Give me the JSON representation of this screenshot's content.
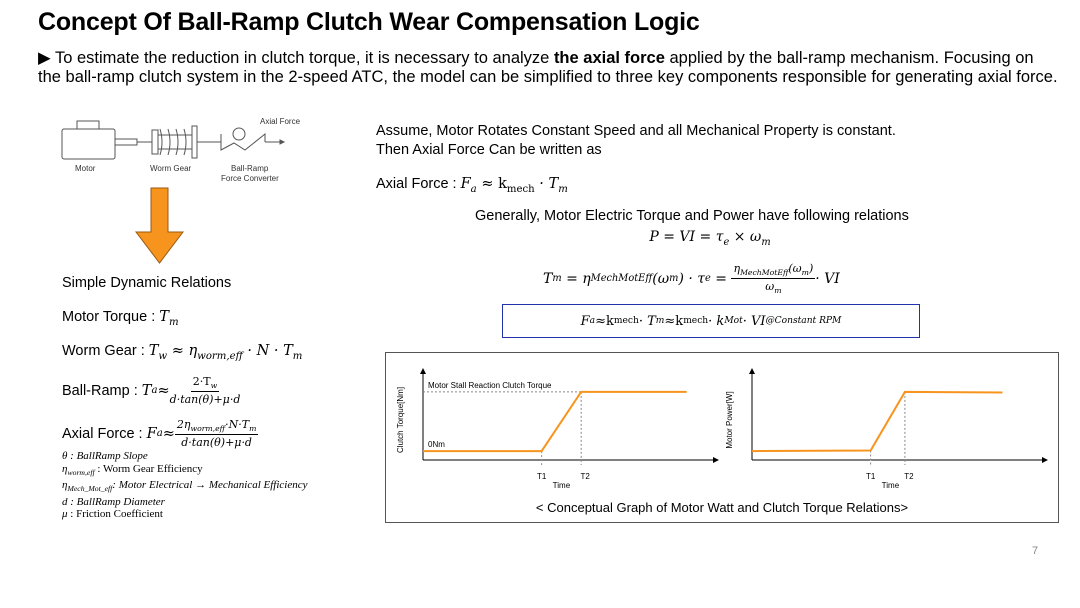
{
  "slide": {
    "title": "Concept Of Ball-Ramp Clutch Wear Compensation Logic",
    "intro": {
      "bullet_icon": "triangle-right-icon",
      "part1": "To estimate the reduction in clutch torque, it is necessary to analyze ",
      "bold": "the axial force",
      "part2": " applied by the ball-ramp mechanism. Focusing on the ball-ramp clutch system in the 2-speed ATC, the model can be simplified to three key components responsible for generating axial force."
    },
    "page_number": "7"
  },
  "diagram": {
    "labels": {
      "motor": "Motor",
      "worm_gear": "Worm Gear",
      "ball_ramp_line1": "Ball-Ramp",
      "ball_ramp_line2": "Force Converter",
      "axial_force": "Axial Force"
    },
    "arrow_color": "#f7941d"
  },
  "left": {
    "heading": "Simple Dynamic Relations",
    "motor_torque_label": "Motor Torque : ",
    "worm_gear_label": "Worm Gear : ",
    "ball_ramp_label": "Ball-Ramp : ",
    "axial_force_label": "Axial Force : ",
    "eq_tm": "T",
    "eq_tm_sub": "m",
    "eq_worm": {
      "lhs": "T",
      "lhs_sub": "w",
      "rhs_eta": "η",
      "rhs_eta_sub": "worm,eff",
      "rhs_rest": " · N · T",
      "rhs_rest_sub": "m"
    },
    "eq_ballramp": {
      "lhs": "T",
      "lhs_sub": "a",
      "num": "2·T",
      "num_sub": "w",
      "den": "d·tan(θ)+μ·d"
    },
    "eq_axial": {
      "lhs": "F",
      "lhs_sub": "a",
      "num": "2η",
      "num_sub": "worm,eff",
      "num_rest": "·N·T",
      "num_rest_sub": "m",
      "den": "d·tan(θ)+μ·d"
    },
    "approx": " ≈ ",
    "legend": [
      {
        "symbol": "θ",
        "sub": "",
        "text": " : BallRamp Slope",
        "italic": true
      },
      {
        "symbol": "η",
        "sub": "worm,eff",
        "text": " : Worm Gear Efficiency",
        "italic": false
      },
      {
        "symbol": "η",
        "sub": "Mech_Mot_eff",
        "text": ": Motor Electrical  → Mechanical Efficiency",
        "italic": true
      },
      {
        "symbol": "d",
        "sub": "",
        "text": " : BallRamp Diameter",
        "italic": true
      },
      {
        "symbol": "μ",
        "sub": "",
        "text": " : Friction Coefficient",
        "italic": false
      }
    ]
  },
  "right": {
    "assume_line1": "Assume, Motor Rotates Constant Speed and all Mechanical Property is constant.",
    "assume_line2": "Then Axial Force Can be written as",
    "axial_label": "Axial Force : ",
    "axial_eq": {
      "lhs": "F",
      "lhs_sub": "a",
      "k": "k",
      "k_sub": "mech",
      "rest": " · T",
      "rest_sub": "m"
    },
    "generally": "Generally, Motor Electric Torque and Power have following relations",
    "power_eq": "P = VI = τ",
    "power_eq_sub": "e",
    "power_eq_rest": " × ω",
    "power_eq_rest_sub": "m",
    "tm_eq": {
      "lhs": "T",
      "lhs_sub": "m",
      "eta": "η",
      "eta_sub": "MechMotEff",
      "arg": "(ω",
      "arg_sub": "m",
      "arg_close": ") · τ",
      "tau_sub": "e",
      "num": "η",
      "num_sub": "MechMotEff",
      "num_arg": "(ω",
      "num_arg_sub": "m",
      "num_close": ")",
      "den": "ω",
      "den_sub": "m",
      "tail": " · VI"
    },
    "boxed_eq": {
      "lhs": "F",
      "lhs_sub": "a",
      "k1": "k",
      "k1_sub": "mech",
      "t": " · T",
      "t_sub": "m",
      "k2": "k",
      "k2_sub": "mech",
      "kmot": " · k",
      "kmot_sub": "Mot",
      "vi": " · VI",
      "vi_sub": "@Constant RPM"
    },
    "box_color": "#2233aa"
  },
  "chart_data": [
    {
      "type": "line",
      "title": "Motor Stall Reaction Clutch Torque",
      "xlabel": "Time",
      "ylabel": "Clutch Torque[Nm]",
      "x_ticks": [
        "T1",
        "T2"
      ],
      "annotations": [
        "0Nm",
        "Motor Stall Reaction Clutch Torque"
      ],
      "series": [
        {
          "name": "Clutch Torque",
          "color": "#f7941d",
          "points": [
            [
              0,
              0
            ],
            [
              0.45,
              0
            ],
            [
              0.6,
              1
            ],
            [
              1.0,
              1
            ]
          ]
        }
      ],
      "x_range": [
        0,
        1.1
      ],
      "y_range": [
        -0.15,
        1.2
      ],
      "grid": false
    },
    {
      "type": "line",
      "title": "",
      "xlabel": "Time",
      "ylabel": "Motor Power[W]",
      "x_ticks": [
        "T1",
        "T2"
      ],
      "annotations": [],
      "series": [
        {
          "name": "Motor Power",
          "color": "#f7941d",
          "points": [
            [
              0,
              0
            ],
            [
              0.45,
              0.01
            ],
            [
              0.58,
              1
            ],
            [
              0.95,
              0.99
            ]
          ]
        }
      ],
      "x_range": [
        0,
        1.1
      ],
      "y_range": [
        -0.15,
        1.2
      ],
      "grid": false
    }
  ],
  "caption": "< Conceptual Graph of Motor Watt and Clutch Torque Relations>"
}
